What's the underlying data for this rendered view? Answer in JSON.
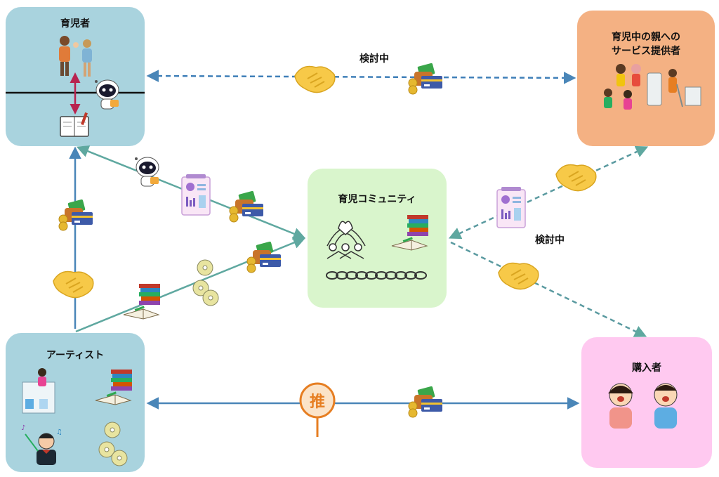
{
  "nodes": {
    "parents": {
      "title": "育児者",
      "color": "#a9d3de"
    },
    "service_provider": {
      "title": "育児中の親への\nサービス提供者",
      "color": "#f4b183"
    },
    "community": {
      "title": "育児コミュニティ",
      "color": "#d9f5cc"
    },
    "artist": {
      "title": "アーティスト",
      "color": "#a9d3de"
    },
    "buyer": {
      "title": "購入者",
      "color": "#ffc9f0"
    }
  },
  "labels": {
    "top_consideration": "検討中",
    "right_consideration": "検討中"
  },
  "oshi_fan": {
    "character": "推"
  },
  "colors": {
    "solid_arrow": "#4a86b8",
    "dashed_arrow": "#3f7fb8",
    "teal_arrow": "#5fa8a0",
    "dashed_teal": "#5a9aa0",
    "diary_arrow": "#b8234f"
  },
  "icons": [
    "handshake-icon",
    "money-icon",
    "robot-icon",
    "report-icon",
    "books-icon",
    "cd-icon",
    "chain-icon",
    "community-dome-icon",
    "diary-icon",
    "uchiwa-fan-icon",
    "family-icon",
    "kids-icon",
    "housework-icon",
    "artist-icon",
    "conductor-icon",
    "fans-icon"
  ]
}
